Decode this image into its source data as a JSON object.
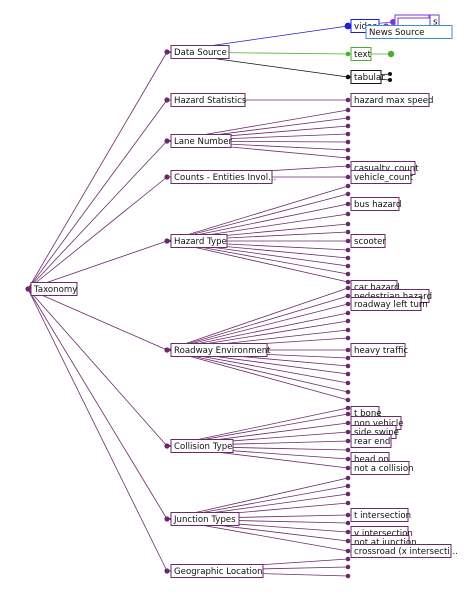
{
  "colors": {
    "taxonomy": "#6a2a6a",
    "purple": "#6a2a6a",
    "video": "#1f1fd0",
    "video_sub": "#7a3ad6",
    "news": "#3a8ed6",
    "text": "#4cae2c",
    "tabular": "#111111"
  },
  "root": {
    "label": "Taxonomy"
  },
  "categories": [
    {
      "id": "data-source",
      "label": "Data Source"
    },
    {
      "id": "hazard-statistics",
      "label": "Hazard Statistics"
    },
    {
      "id": "lane-number",
      "label": "Lane Number"
    },
    {
      "id": "counts-entities",
      "label": "Counts - Entities Invol..."
    },
    {
      "id": "hazard-type",
      "label": "Hazard Type"
    },
    {
      "id": "roadway-environment",
      "label": "Roadway Environment"
    },
    {
      "id": "collision-type",
      "label": "Collision Type"
    },
    {
      "id": "junction-types",
      "label": "Junction Types"
    },
    {
      "id": "geographic-location",
      "label": "Geographic Location"
    }
  ],
  "data_source_children": [
    {
      "id": "video",
      "label": "video"
    },
    {
      "id": "text",
      "label": "text"
    },
    {
      "id": "tabular",
      "label": "tabular"
    }
  ],
  "video_children": [
    {
      "id": "news-source",
      "label": "News Source"
    },
    {
      "id": "video-sub-clipped",
      "label": "s"
    }
  ],
  "leaf_labels": [
    {
      "id": "hazard-max-speed",
      "label": "hazard max speed"
    },
    {
      "id": "casualty-count",
      "label": "casualty_count"
    },
    {
      "id": "vehicle-count",
      "label": "vehicle_count"
    },
    {
      "id": "bus-hazard",
      "label": "bus hazard"
    },
    {
      "id": "scooter",
      "label": "scooter"
    },
    {
      "id": "car-hazard",
      "label": "car hazard"
    },
    {
      "id": "pedestrian-hazard",
      "label": "pedestrian hazard"
    },
    {
      "id": "roadway-left-turn",
      "label": "roadway left turn"
    },
    {
      "id": "heavy-traffic",
      "label": "heavy traffic"
    },
    {
      "id": "t-bone",
      "label": "t bone"
    },
    {
      "id": "non-vehicle",
      "label": "non vehicle"
    },
    {
      "id": "side-swipe",
      "label": "side swipe"
    },
    {
      "id": "rear-end",
      "label": "rear end"
    },
    {
      "id": "head-on",
      "label": "head on"
    },
    {
      "id": "not-a-collision",
      "label": "not a collision"
    },
    {
      "id": "t-intersection",
      "label": "t intersection"
    },
    {
      "id": "y-intersection",
      "label": "y intersection"
    },
    {
      "id": "not-at-junction",
      "label": "not at junction"
    },
    {
      "id": "crossroad",
      "label": "crossroad (x intersecti..."
    }
  ]
}
